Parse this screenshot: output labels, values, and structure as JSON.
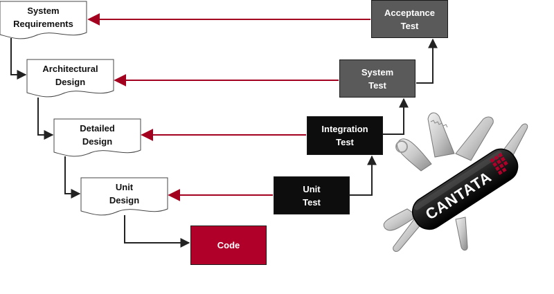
{
  "diagram": {
    "design_stages": [
      {
        "label": "System\nRequirements"
      },
      {
        "label": "Architectural\nDesign"
      },
      {
        "label": "Detailed\nDesign"
      },
      {
        "label": "Unit\nDesign"
      }
    ],
    "test_stages": [
      {
        "label": "Acceptance\nTest"
      },
      {
        "label": "System\nTest"
      },
      {
        "label": "Integration\nTest"
      },
      {
        "label": "Unit\nTest"
      }
    ],
    "code": {
      "label": "Code"
    }
  },
  "logo": {
    "text": "CANTATA",
    "description_icon": "swiss-army-knife-icon",
    "colors": {
      "body": "#1a1a1a",
      "accent": "#b0002a",
      "blades": "#c8c8c8"
    }
  },
  "colors": {
    "arrow_red": "#a3001f",
    "arrow_dark": "#222222",
    "test_gray": "#5a5a5a",
    "test_black": "#0d0d0d",
    "code_red": "#b0002a"
  }
}
